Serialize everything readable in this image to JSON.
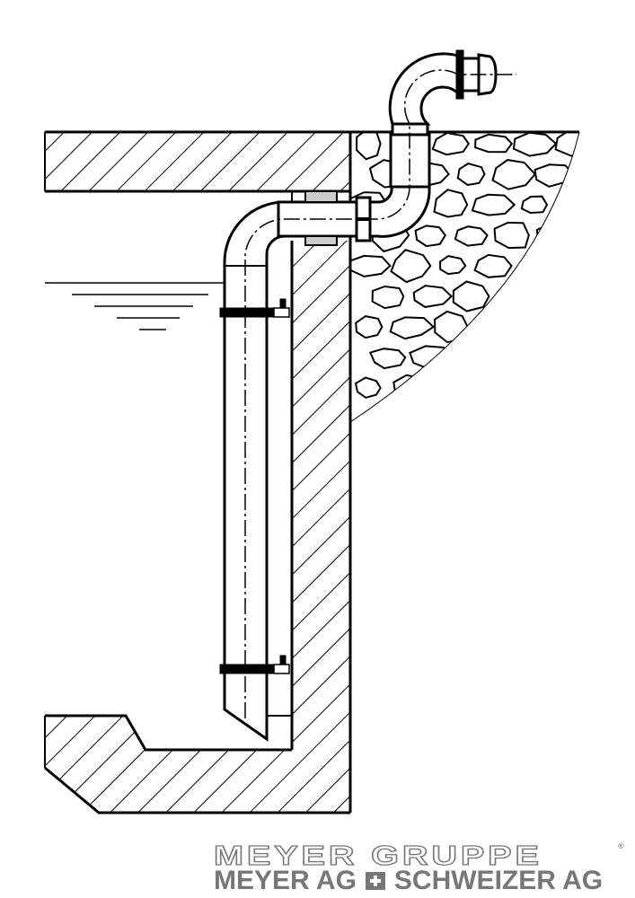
{
  "logo": {
    "group_name": "MEYER GRUPPE",
    "registered_mark": "®",
    "company_left": "MEYER AG",
    "company_right": "SCHWEIZER AG"
  },
  "colors": {
    "line": "#000000",
    "logo": "#777777"
  }
}
